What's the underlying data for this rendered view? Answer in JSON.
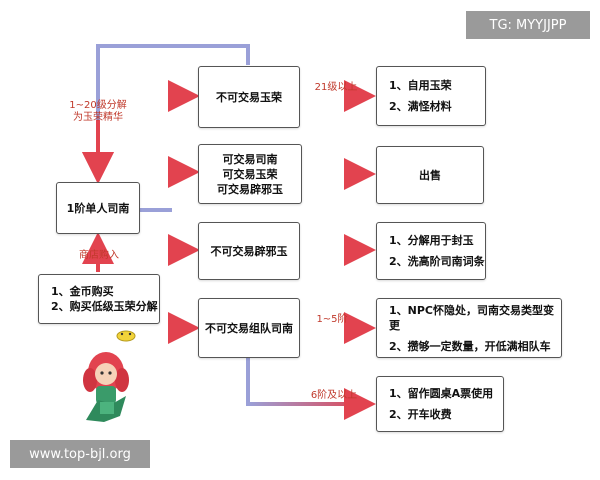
{
  "watermark_tg": "TG: MYYJJPP",
  "watermark_site": "www.top-bjl.org",
  "nodes": {
    "center": [
      "1阶单人司南"
    ],
    "source": [
      "1、金币购买",
      "2、购买低级玉荣分解"
    ],
    "b1": [
      "不可交易玉荣"
    ],
    "b2": [
      "可交易司南",
      "可交易玉荣",
      "可交易辟邪玉"
    ],
    "b3": [
      "不可交易辟邪玉"
    ],
    "b4": [
      "不可交易组队司南"
    ],
    "r1": [
      "1、自用玉荣",
      "2、满怪材料"
    ],
    "r2": [
      "出售"
    ],
    "r3": [
      "1、分解用于封玉",
      "2、洗高阶司南词条"
    ],
    "r4": [
      "1、NPC怀隐处，司南交易类型变更",
      "2、攒够一定数量，开低满相队车"
    ],
    "r5": [
      "1、留作圆桌A票使用",
      "2、开车收费"
    ]
  },
  "labels": {
    "decompose_line1": "1~20级分解",
    "decompose_line2": "为玉荣精华",
    "shop": "商店购入",
    "lvl21": "21级以上",
    "lvl1_5": "1~5阶",
    "lvl6": "6阶及以上"
  }
}
